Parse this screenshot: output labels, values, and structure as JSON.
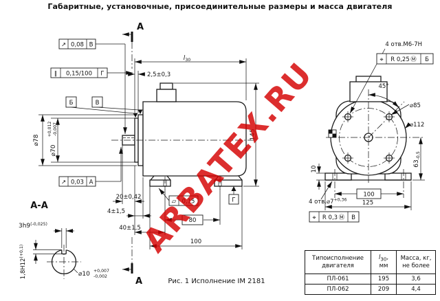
{
  "title": "Габаритные, установочные, присоединительные размеры и масса двигателя",
  "watermark": "ARBATEX.RU",
  "caption": "Рис. 1 Исполнение IМ 2181",
  "section_marker": "А",
  "colors": {
    "line": "#1a1a1a",
    "watermark": "#d40000"
  },
  "dims": {
    "l30_main": "l",
    "l30_sub": "30",
    "flange_offset": "2,5±0,3",
    "height": "145",
    "dia_flange": "⌀78",
    "dia_spigot": "⌀70",
    "dia_spigot_up": "+0,012",
    "dia_spigot_lo": "-0,007",
    "shaft_len": "20±0,42",
    "foot_offset": "4±1,5",
    "hole_offset": "40±1,5",
    "holes_axial": "80",
    "feet_axial": "100"
  },
  "frames": {
    "runout1": {
      "sym": "↗",
      "val": "0,08",
      "datum": "В"
    },
    "par": {
      "sym": "∥",
      "val": "0,15/100",
      "datum": "Г"
    },
    "runout2": {
      "sym": "↗",
      "val": "0,03",
      "datum": "А"
    },
    "flat": {
      "sym": "▱",
      "val": "0,15"
    },
    "pos1": {
      "sym": "⌖",
      "val": "R 0,25",
      "mod": "Ⓜ",
      "datum": "Б"
    },
    "pos2": {
      "sym": "⌖",
      "val": "R 0,3",
      "mod": "Ⓜ",
      "datum": "В"
    }
  },
  "datums": {
    "b": "Б",
    "v": "В",
    "g": "Г"
  },
  "front": {
    "holes_top": "4 отв.М6-7Н",
    "angle": "45°",
    "dia_bolt": "⌀85",
    "dia_flange": "⌀112",
    "shaft_height": "63",
    "shaft_height_tol": "-0,5",
    "foot_h": "10",
    "holes_span": "100",
    "base_w": "125",
    "holes_bot": "4 отв.⌀7",
    "holes_bot_tol": "+0,36"
  },
  "section": {
    "label": "А-А",
    "key_w": "3h9",
    "key_w_tol": "(-0,025)",
    "key_d": "1,8H12",
    "key_d_tol": "(+0,1)",
    "dia": "⌀10",
    "dia_up": "+0,007",
    "dia_lo": "-0,002"
  },
  "table": {
    "h1a": "Типоисполнение",
    "h1b": "двигателя",
    "h2_l": "l",
    "h2_sub": "30",
    "h2_rest": ",",
    "h2_unit": "мм",
    "h3a": "Масса, кг,",
    "h3b": "не более",
    "rows": [
      {
        "model": "ПЛ-061",
        "l30": "195",
        "mass": "3,6"
      },
      {
        "model": "ПЛ-062",
        "l30": "209",
        "mass": "4,4"
      }
    ]
  }
}
